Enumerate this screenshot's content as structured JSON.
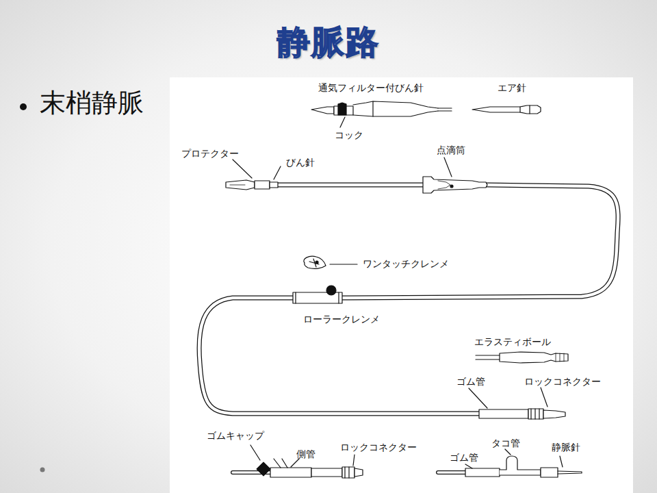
{
  "diagram": {
    "title": "静脈路",
    "labels": [
      "末梢静脈",
      "通気フィルター付びん針",
      "エア針",
      "コック",
      "プロテクター",
      "びん針",
      "点滴筒",
      "ワンタッチクレンメ",
      "ローラークレンメ",
      "エラスティボール",
      "ゴム管",
      "ロックコネクター",
      "ゴムキャップ",
      "側管",
      "ロックコネクター",
      "ゴム管",
      "タコ管",
      "静脈針"
    ]
  }
}
